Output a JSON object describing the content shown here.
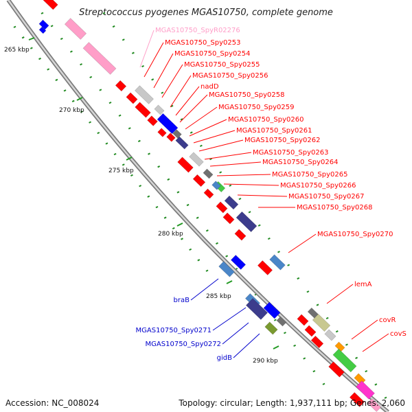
{
  "title": "Streptococcus pyogenes MGAS10750, complete genome",
  "accession": "Accession: NC_008024",
  "topology": "Topology: circular; Length: 1,937,111 bp; Genes: 2,060",
  "colors": {
    "red": "#ff0000",
    "pink": "#ff9ec8",
    "blue": "#0000ff",
    "navy": "#3c3c8c",
    "steel": "#4a86c8",
    "grey": "#c8c8c8",
    "dark_grey": "#707070",
    "green": "#44cc44",
    "olive": "#7a9a30",
    "khaki": "#c8c890",
    "orange": "#ff9900",
    "magenta": "#ff33cc",
    "dot_green": "#228b22",
    "backbone": "#a0a0a0"
  },
  "ticks": [
    {
      "label": "265 kbp"
    },
    {
      "label": "270 kbp"
    },
    {
      "label": "275 kbp"
    },
    {
      "label": "280 kbp"
    },
    {
      "label": "285 kbp"
    },
    {
      "label": "290 kbp"
    }
  ],
  "labels_right": [
    {
      "text": "MGAS10750_SpyR02276",
      "color": "#ff9ec8"
    },
    {
      "text": "MGAS10750_Spy0253",
      "color": "#ff0000"
    },
    {
      "text": "MGAS10750_Spy0254",
      "color": "#ff0000"
    },
    {
      "text": "MGAS10750_Spy0255",
      "color": "#ff0000"
    },
    {
      "text": "MGAS10750_Spy0256",
      "color": "#ff0000"
    },
    {
      "text": "nadD",
      "color": "#ff0000"
    },
    {
      "text": "MGAS10750_Spy0258",
      "color": "#ff0000"
    },
    {
      "text": "MGAS10750_Spy0259",
      "color": "#ff0000"
    },
    {
      "text": "MGAS10750_Spy0260",
      "color": "#ff0000"
    },
    {
      "text": "MGAS10750_Spy0261",
      "color": "#ff0000"
    },
    {
      "text": "MGAS10750_Spy0262",
      "color": "#ff0000"
    },
    {
      "text": "MGAS10750_Spy0263",
      "color": "#ff0000"
    },
    {
      "text": "MGAS10750_Spy0264",
      "color": "#ff0000"
    },
    {
      "text": "MGAS10750_Spy0265",
      "color": "#ff0000"
    },
    {
      "text": "MGAS10750_Spy0266",
      "color": "#ff0000"
    },
    {
      "text": "MGAS10750_Spy0267",
      "color": "#ff0000"
    },
    {
      "text": "MGAS10750_Spy0268",
      "color": "#ff0000"
    },
    {
      "text": "MGAS10750_Spy0270",
      "color": "#ff0000"
    },
    {
      "text": "lemA",
      "color": "#ff0000"
    },
    {
      "text": "covR",
      "color": "#ff0000"
    },
    {
      "text": "covS",
      "color": "#ff0000"
    }
  ],
  "labels_left": [
    {
      "text": "braB",
      "color": "#0000cc"
    },
    {
      "text": "MGAS10750_Spy0271",
      "color": "#0000cc"
    },
    {
      "text": "MGAS10750_Spy0272",
      "color": "#0000cc"
    },
    {
      "text": "gidB",
      "color": "#0000cc"
    }
  ]
}
